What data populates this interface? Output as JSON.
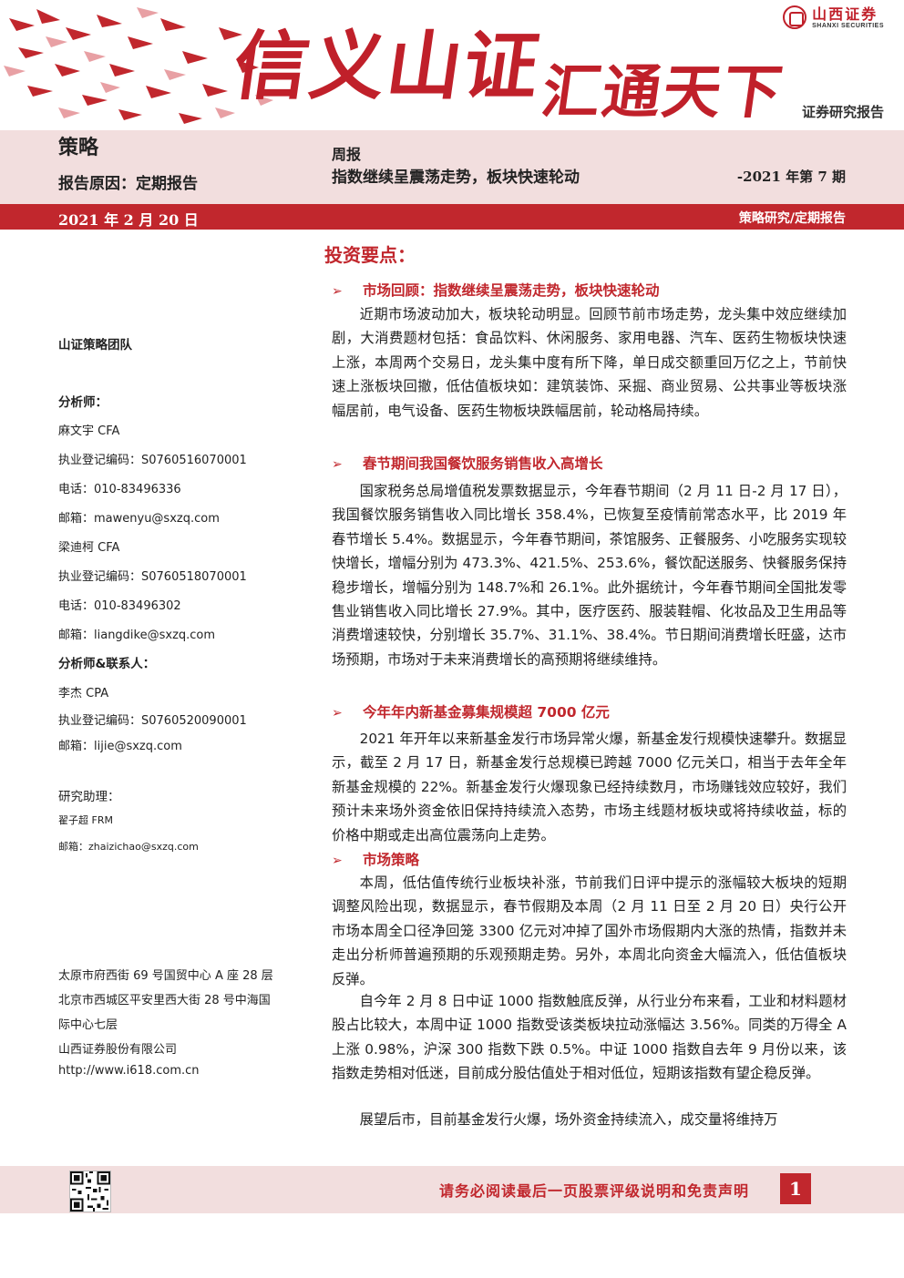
{
  "header": {
    "slogan_part1": "信义山证",
    "slogan_part2": "汇通天下",
    "logo_cn": "山西证券",
    "logo_en": "SHANXI SECURITIES",
    "report_type": "证券研究报告",
    "colors": {
      "accent": "#c1272d",
      "band": "#f2dede"
    }
  },
  "band": {
    "category": "策略",
    "reason": "报告原因：定期报告",
    "weekly": "周报",
    "headline": "指数继续呈震荡走势，板块快速轮动",
    "issue": "-2021 年第 7 期"
  },
  "datebar": {
    "date": "2021 年 2 月 20 日",
    "right_label": "策略研究/定期报告"
  },
  "sidebar": {
    "team": "山证策略团队",
    "analyst_label": "分析师：",
    "analysts": [
      {
        "name": "麻文宇 CFA",
        "reg": "执业登记编码：S0760516070001",
        "phone": "电话：010-83496336",
        "email": "邮箱：mawenyu@sxzq.com"
      },
      {
        "name": "梁迪柯 CFA",
        "reg": "执业登记编码：S0760518070001",
        "phone": "电话：010-83496302",
        "email": "邮箱：liangdike@sxzq.com"
      }
    ],
    "contact_label": "分析师&联系人：",
    "contact": {
      "name": "李杰 CPA",
      "reg": "执业登记编码：S0760520090001",
      "email": "邮箱：lijie@sxzq.com"
    },
    "assistant_label": "研究助理：",
    "assistant": {
      "name": "翟子超 FRM",
      "email": "邮箱：zhaizichao@sxzq.com"
    },
    "address": {
      "line1": "太原市府西街 69 号国贸中心 A 座 28 层",
      "line2": "北京市西城区平安里西大街 28 号中海国",
      "line3": "际中心七层",
      "company": "山西证券股份有限公司",
      "url": "http://www.i618.com.cn"
    }
  },
  "main": {
    "keypoints_title": "投资要点：",
    "sections": [
      {
        "title": "市场回顾：指数继续呈震荡走势，板块快速轮动",
        "paragraphs": [
          "近期市场波动加大，板块轮动明显。回顾节前市场走势，龙头集中效应继续加剧，大消费题材包括：食品饮料、休闲服务、家用电器、汽车、医药生物板块快速上涨，本周两个交易日，龙头集中度有所下降，单日成交额重回万亿之上，节前快速上涨板块回撤，低估值板块如：建筑装饰、采掘、商业贸易、公共事业等板块涨幅居前，电气设备、医药生物板块跌幅居前，轮动格局持续。"
        ]
      },
      {
        "title": "春节期间我国餐饮服务销售收入高增长",
        "paragraphs": [
          "国家税务总局增值税发票数据显示，今年春节期间（2 月 11 日-2 月 17 日），我国餐饮服务销售收入同比增长 358.4%，已恢复至疫情前常态水平，比 2019 年春节增长 5.4%。数据显示，今年春节期间，茶馆服务、正餐服务、小吃服务实现较快增长，增幅分别为 473.3%、421.5%、253.6%，餐饮配送服务、快餐服务保持稳步增长，增幅分别为 148.7%和 26.1%。此外据统计，今年春节期间全国批发零售业销售收入同比增长 27.9%。其中，医疗医药、服装鞋帽、化妆品及卫生用品等消费增速较快，分别增长 35.7%、31.1%、38.4%。节日期间消费增长旺盛，达市场预期，市场对于未来消费增长的高预期将继续维持。"
        ]
      },
      {
        "title": "今年年内新基金募集规模超 7000 亿元",
        "paragraphs": [
          "2021 年开年以来新基金发行市场异常火爆，新基金发行规模快速攀升。数据显示，截至 2 月 17 日，新基金发行总规模已跨越 7000 亿元关口，相当于去年全年新基金规模的 22%。新基金发行火爆现象已经持续数月，市场赚钱效应较好，我们预计未来场外资金依旧保持持续流入态势，市场主线题材板块或将持续收益，标的价格中期或走出高位震荡向上走势。"
        ]
      },
      {
        "title": "市场策略",
        "paragraphs": [
          "本周，低估值传统行业板块补涨，节前我们日评中提示的涨幅较大板块的短期调整风险出现，数据显示，春节假期及本周（2 月 11 日至 2 月 20 日）央行公开市场本周全口径净回笼 3300 亿元对冲掉了国外市场假期内大涨的热情，指数并未走出分析师普遍预期的乐观预期走势。另外，本周北向资金大幅流入，低估值板块反弹。",
          "自今年 2 月 8 日中证 1000 指数触底反弹，从行业分布来看，工业和材料题材股占比较大，本周中证 1000 指数受该类板块拉动涨幅达 3.56%。同类的万得全 A 上涨 0.98%，沪深 300 指数下跌 0.5%。中证 1000 指数自去年 9 月份以来，该指数走势相对低迷，目前成分股估值处于相对低位，短期该指数有望企稳反弹。",
          "展望后市，目前基金发行火爆，场外资金持续流入，成交量将维持万"
        ]
      }
    ]
  },
  "footer": {
    "disclaimer": "请务必阅读最后一页股票评级说明和免责声明",
    "page": "1",
    "qr_icon": "qr-code-icon"
  }
}
